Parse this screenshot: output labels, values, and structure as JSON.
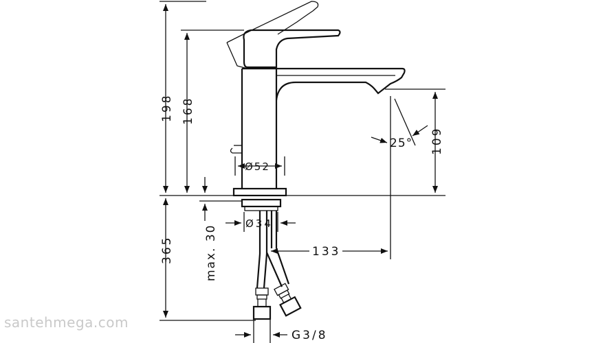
{
  "dimensions": {
    "total_height": "198",
    "tap_height": "168",
    "spout_height": "109",
    "spout_angle": "25°",
    "body_diameter": "Ø52",
    "shank_diameter": "Ø34",
    "spout_reach": "133",
    "max_thickness": "max. 30",
    "below_deck": "365",
    "thread": "G3/8"
  },
  "watermark": "santehmega.com"
}
